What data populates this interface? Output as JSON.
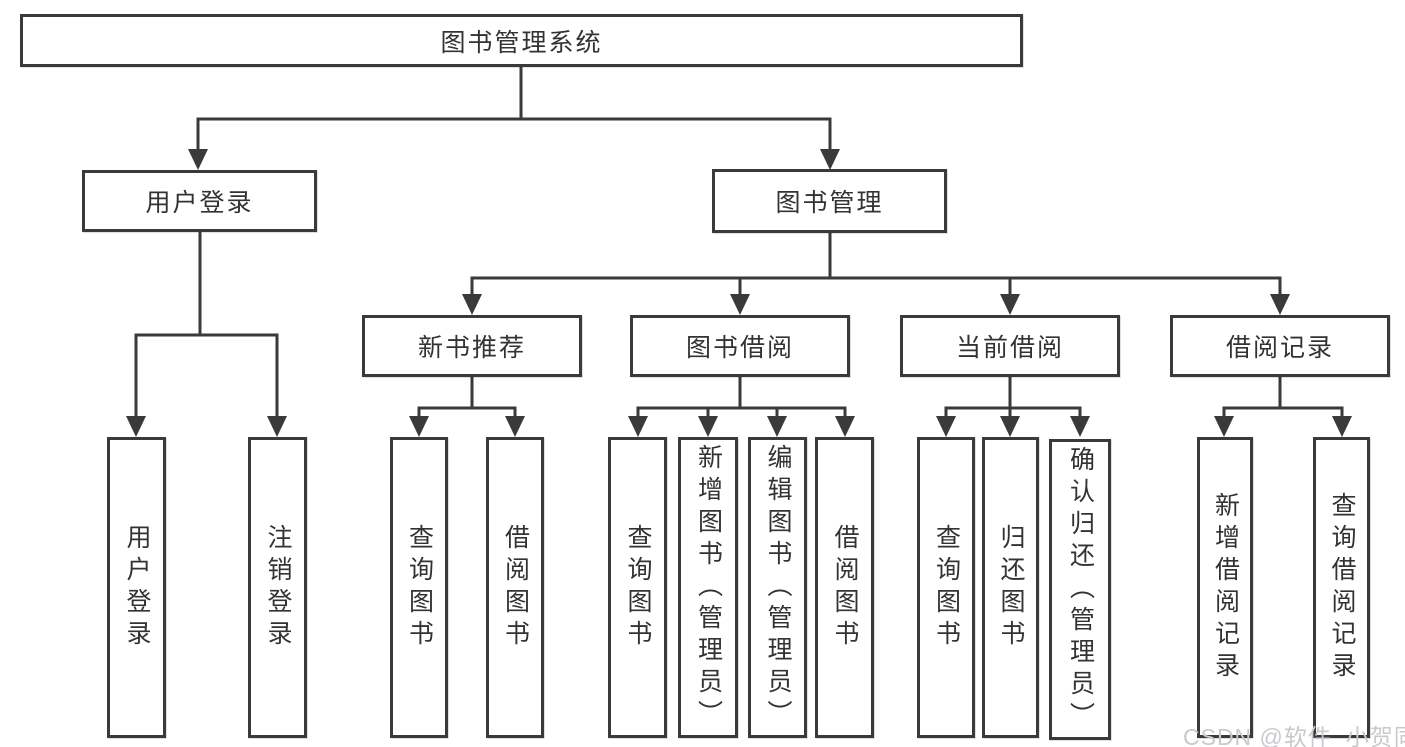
{
  "diagram": {
    "root": {
      "label": "图书管理系统"
    },
    "level2": [
      {
        "label": "用户登录",
        "children": [
          {
            "label": "用户登录"
          },
          {
            "label": "注销登录"
          }
        ]
      },
      {
        "label": "图书管理",
        "children": [
          {
            "label": "新书推荐",
            "children": [
              {
                "label": "查询图书"
              },
              {
                "label": "借阅图书"
              }
            ]
          },
          {
            "label": "图书借阅",
            "children": [
              {
                "label": "查询图书"
              },
              {
                "label": "新增图书（管理员）"
              },
              {
                "label": "编辑图书（管理员）"
              },
              {
                "label": "借阅图书"
              }
            ]
          },
          {
            "label": "当前借阅",
            "children": [
              {
                "label": "查询图书"
              },
              {
                "label": "归还图书"
              },
              {
                "label": "确认归还（管理员）"
              }
            ]
          },
          {
            "label": "借阅记录",
            "children": [
              {
                "label": "新增借阅记录"
              },
              {
                "label": "查询借阅记录"
              }
            ]
          }
        ]
      }
    ]
  },
  "watermark": {
    "text": "CSDN @软件_小贺同学"
  },
  "colors": {
    "line": "#3a3a3a",
    "text": "#333333",
    "background": "#ffffff",
    "watermark": "#c7cacf"
  }
}
